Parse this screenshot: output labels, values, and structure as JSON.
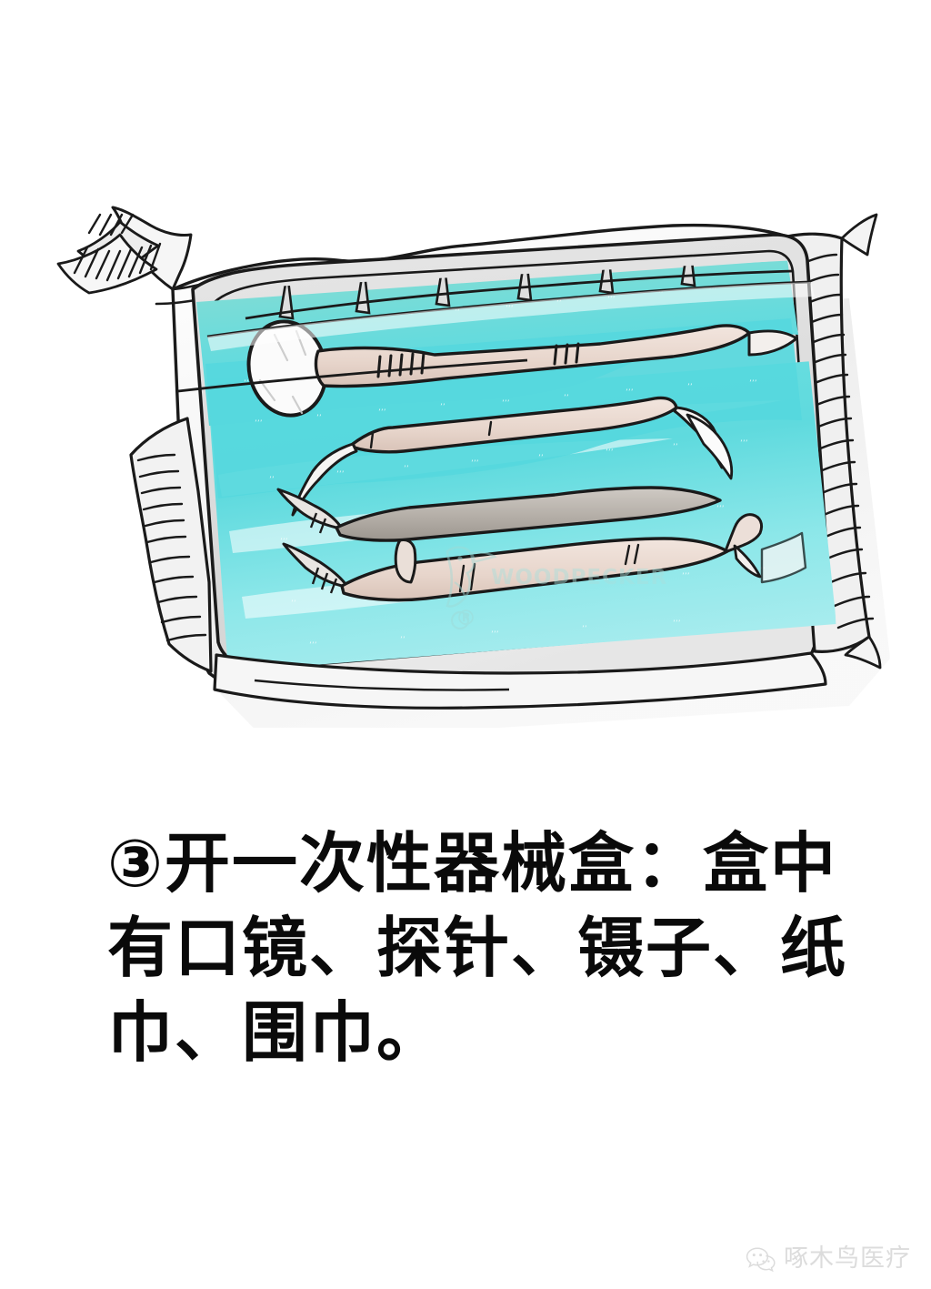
{
  "page": {
    "background_color": "#ffffff",
    "text_color": "#0a0a0a"
  },
  "illustration": {
    "title": "disposable-dental-instrument-kit",
    "description": "Hand-drawn illustration of a sealed, partially torn sterile blister pack containing disposable dental instruments resting on a cyan sterile drape.",
    "colors": {
      "outline": "#1a1a1a",
      "package_white": "#fdfdfd",
      "package_shade": "#e4e4e4",
      "package_shade_dark": "#d2d2d2",
      "tray_gray": "#dcdcdc",
      "drape_cyan": "#63dce0",
      "drape_cyan_light": "#9ceaec",
      "drape_cyan_deep": "#3fd3da",
      "drape_teal": "#8ad9cf",
      "instrument_handle": "#e8d7cf",
      "instrument_handle_shadow": "#d3bfb6",
      "instrument_metal": "#b5afa9",
      "instrument_steel": "#f4f1ee",
      "mirror_face": "#fbfbfb",
      "drop_shadow": "#cfcfcf"
    },
    "items": [
      {
        "name": "mouth-mirror",
        "label": "口镜"
      },
      {
        "name": "explorer-probe",
        "label": "探针"
      },
      {
        "name": "tweezers",
        "label": "镊子"
      },
      {
        "name": "paper-towel",
        "label": "纸巾"
      },
      {
        "name": "patient-bib",
        "label": "围巾"
      }
    ],
    "watermark": {
      "brand": "WOODPECKER",
      "registered_mark": "®",
      "color": "#cfe9e8"
    }
  },
  "caption": {
    "lines": [
      "③开一次性器械盒：盒中",
      "有口镜、探针、镊子、纸",
      "巾、围巾。"
    ],
    "step_marker": "③",
    "full_text": "③开一次性器械盒：盒中有口镜、探针、镊子、纸巾、围巾。"
  },
  "footer": {
    "icon_name": "wechat-icon",
    "account_name": "啄木鸟医疗",
    "text_color": "#dcdcdc"
  }
}
